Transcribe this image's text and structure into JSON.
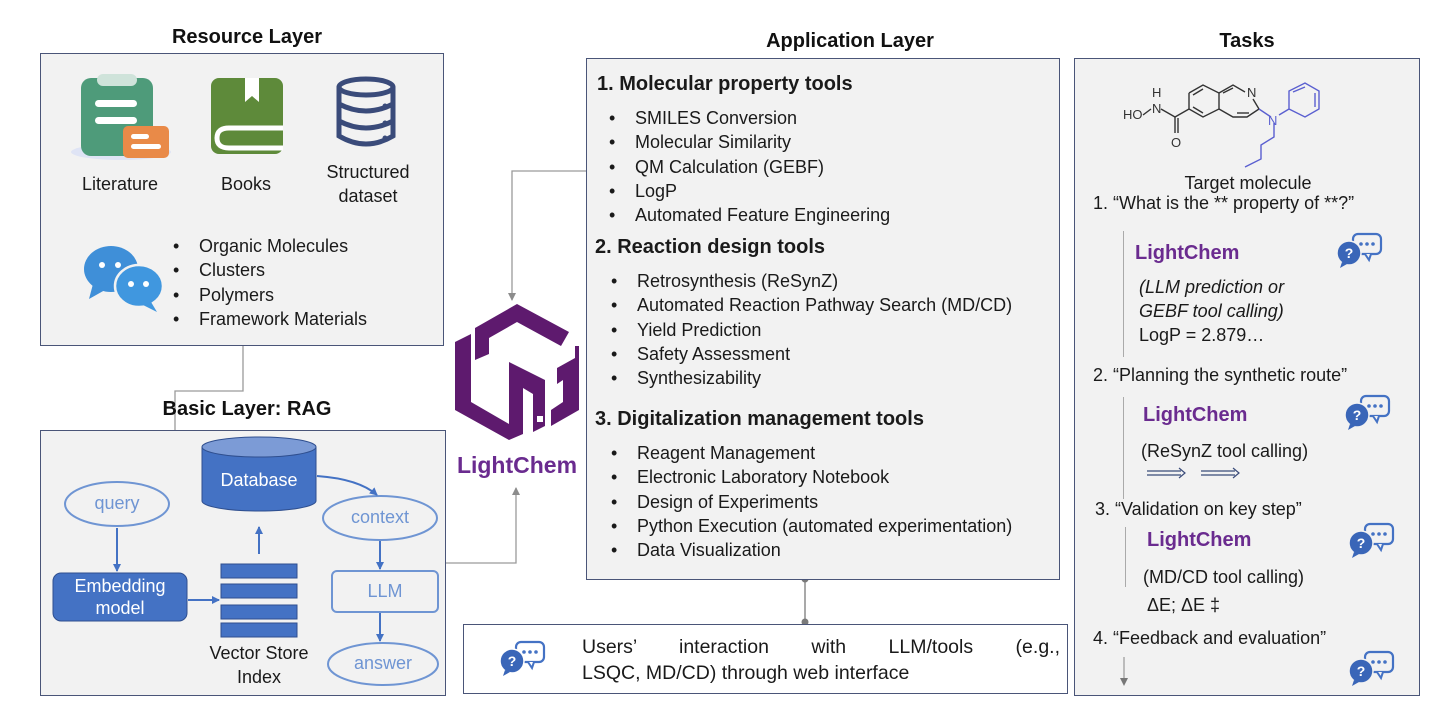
{
  "resource_layer": {
    "title": "Resource Layer",
    "sources": [
      {
        "label": "Literature",
        "icon": "clipboard-document-icon"
      },
      {
        "label": "Books",
        "icon": "book-icon"
      },
      {
        "label": "Structured dataset",
        "line1": "Structured",
        "line2": "dataset",
        "icon": "database-icon"
      }
    ],
    "chat_icon": "chat-bubbles-icon",
    "data_types": [
      "Organic Molecules",
      "Clusters",
      "Polymers",
      "Framework Materials"
    ]
  },
  "basic_layer": {
    "title": "Basic Layer: RAG",
    "nodes": {
      "database": "Database",
      "query": "query",
      "context": "context",
      "embedding_line1": "Embedding",
      "embedding_line2": "model",
      "llm": "LLM",
      "answer": "answer",
      "vector_line1": "Vector Store",
      "vector_line2": "Index"
    }
  },
  "logo": {
    "name": "LightChem",
    "color": "#5e1a6e",
    "text_color": "#6a2b8f"
  },
  "application_layer": {
    "title": "Application Layer",
    "sections": [
      {
        "title": "1. Molecular property tools",
        "items": [
          "SMILES Conversion",
          "Molecular Similarity",
          "QM Calculation (GEBF)",
          "LogP",
          "Automated Feature Engineering"
        ]
      },
      {
        "title": "2. Reaction design tools",
        "items": [
          "Retrosynthesis (ReSynZ)",
          "Automated Reaction Pathway Search (MD/CD)",
          "Yield Prediction",
          "Safety Assessment",
          "Synthesizability"
        ]
      },
      {
        "title": "3. Digitalization management tools",
        "items": [
          "Reagent Management",
          "Electronic Laboratory Notebook",
          "Design of Experiments",
          "Python Execution (automated experimentation)",
          "Data Visualization"
        ]
      }
    ]
  },
  "interaction_box": {
    "line1": "Users’ interaction with LLM/tools (e.g.,",
    "line2": "LSQC, MD/CD) through web interface"
  },
  "tasks": {
    "title": "Tasks",
    "molecule_label": "Target molecule",
    "molecule_atoms": {
      "n_ring": "N",
      "n_amine": "N",
      "h": "H",
      "n_amide": "N",
      "ho": "HO",
      "o": "O"
    },
    "items": [
      {
        "question": "1. “What is the ** property of **?”",
        "brand": "LightChem",
        "detail_line1": "(LLM prediction or",
        "detail_line2": "GEBF tool calling)",
        "result": "LogP = 2.879…"
      },
      {
        "question": "2. “Planning the synthetic route”",
        "brand": "LightChem",
        "detail_line1": "(ReSynZ tool calling)"
      },
      {
        "question": "3. “Validation on key step”",
        "brand": "LightChem",
        "detail_line1": "(MD/CD tool calling)",
        "result": "ΔE; ΔE ‡"
      },
      {
        "question": "4. “Feedback and evaluation”"
      }
    ]
  },
  "colors": {
    "panel_bg": "#f2f2f2",
    "panel_border": "#4a5578",
    "rag_blue": "#4472c4",
    "rag_light": "#6f95d3",
    "brand_purple": "#6a2b8f",
    "connector_gray": "#8c8c8c"
  }
}
